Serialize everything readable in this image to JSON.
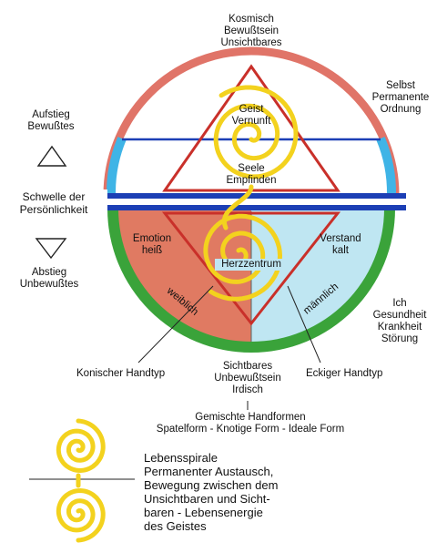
{
  "top_label": [
    "Kosmisch",
    "Bewußtsein",
    "Unsichtbares"
  ],
  "right_top_label": [
    "Selbst",
    "Permanente",
    "Ordnung"
  ],
  "left_up": [
    "Aufstieg",
    "Bewußtes"
  ],
  "threshold": [
    "Schwelle der",
    "Persönlichkeit"
  ],
  "left_down": [
    "Abstieg",
    "Unbewußtes"
  ],
  "geist": [
    "Geist",
    "Vernunft"
  ],
  "seele": [
    "Seele",
    "Empfinden"
  ],
  "emotion": [
    "Emotion",
    "heiß"
  ],
  "verstand": [
    "Verstand",
    "kalt"
  ],
  "herz": "Herzzentrum",
  "weiblich": "weiblich",
  "maennlich": "männlich",
  "right_bottom_label": [
    "Ich",
    "Gesundheit",
    "Krankheit",
    "Störung"
  ],
  "left_hand": "Konischer  Handtyp",
  "right_hand": "Eckiger  Handtyp",
  "sichtbares": [
    "Sichtbares",
    "Unbewußtsein",
    "Irdisch"
  ],
  "gemischte": [
    "Gemischte  Handformen",
    "Spatelform  -  Knotige  Form  -  Ideale  Form"
  ],
  "legend": [
    "Lebensspirale",
    "Permanenter  Austausch,",
    "Bewegung  zwischen  dem",
    "Unsichtbaren  und  Sicht-",
    "baren  -  Lebensenergie",
    "des  Geistes"
  ],
  "colors": {
    "outer_top_arc": "#e07468",
    "upper_dome_fill": "#ffffff",
    "blue_lines": "#1c3fb5",
    "cyan_sides": "#3fb4e6",
    "green_ring": "#3aa33a",
    "left_half": "#e07a62",
    "right_half": "#bfe6f2",
    "triangle_stroke": "#c9302a",
    "spiral": "#f3d21e"
  }
}
